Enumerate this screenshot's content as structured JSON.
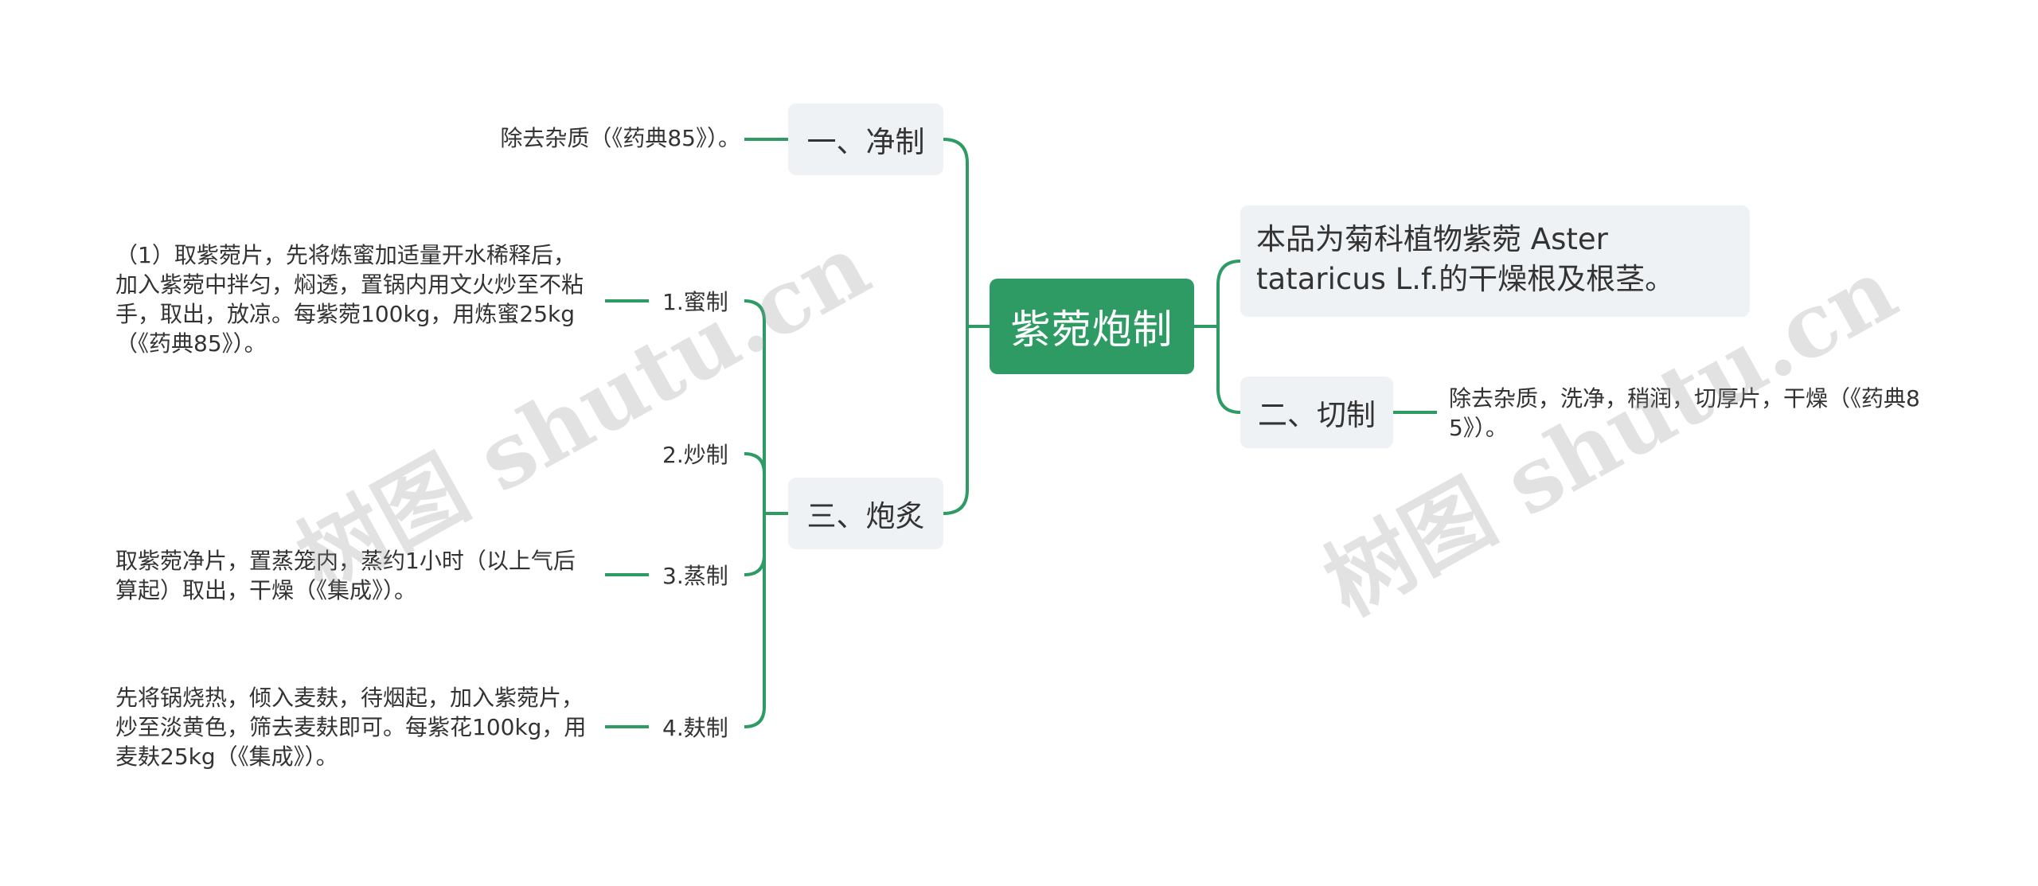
{
  "root": {
    "label": "紫菀炮制"
  },
  "branches": {
    "jingzhi": {
      "label": "一、净制",
      "detail": "除去杂质（《药典85》）。"
    },
    "paozhi": {
      "label": "三、炮炙",
      "items": [
        {
          "label": "1.蜜制",
          "detail": "（1）取紫菀片，先将炼蜜加适量开水稀释后，加入紫菀中拌匀，焖透，置锅内用文火炒至不粘手，取出，放凉。每紫菀100kg，用炼蜜25kg（《药典85》）。"
        },
        {
          "label": "2.炒制",
          "detail": ""
        },
        {
          "label": "3.蒸制",
          "detail": "取紫菀净片，置蒸笼内，蒸约1小时（以上气后算起）取出，干燥（《集成》）。"
        },
        {
          "label": "4.麸制",
          "detail": "先将锅烧热，倾入麦麸，待烟起，加入紫菀片，炒至淡黄色，筛去麦麸即可。每紫花100kg，用麦麸25kg（《集成》）。"
        }
      ]
    },
    "intro": {
      "text": "本品为菊科植物紫菀 Aster tataricus L.f.的干燥根及根茎。"
    },
    "qiezhi": {
      "label": "二、切制",
      "detail": "除去杂质，洗净，稍润，切厚片，干燥（《药典85》）。"
    }
  },
  "watermark": {
    "text": "树图 shutu.cn"
  },
  "colors": {
    "root_bg": "#2e9a64",
    "line": "#2e9a64",
    "box_bg": "#eef2f5",
    "text": "#333333"
  }
}
